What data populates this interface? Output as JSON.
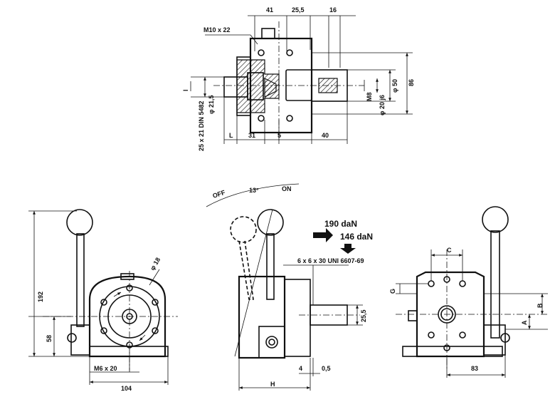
{
  "top_view": {
    "dims": {
      "w41": "41",
      "w25_5": "25,5",
      "w16": "16",
      "thread": "M10 x 22",
      "h86": "86",
      "d50": "φ 50",
      "d20": "φ 20 j6",
      "m8": "M8",
      "spline": "25 x 21 DIN 5482",
      "d21_5": "φ 21,5",
      "l": "l",
      "bl": "L",
      "b31": "31",
      "b5": "5",
      "b40": "40"
    }
  },
  "left_view": {
    "dims": {
      "h192": "192",
      "h58": "58",
      "d18": "φ 18",
      "m6": "M6 x 20",
      "w104": "104"
    }
  },
  "middle_view": {
    "dims": {
      "off": "OFF",
      "angle": "13°",
      "on": "ON",
      "load1": "190 daN",
      "load2": "146 daN",
      "key": "6 x 6 x 30 UNI 6607-69",
      "h25_5": "25,5",
      "b4": "4",
      "b0_5": "0,5",
      "h": "H"
    }
  },
  "right_view": {
    "dims": {
      "c": "C",
      "g": "G",
      "b": "B",
      "a": "A",
      "w83": "83"
    }
  }
}
